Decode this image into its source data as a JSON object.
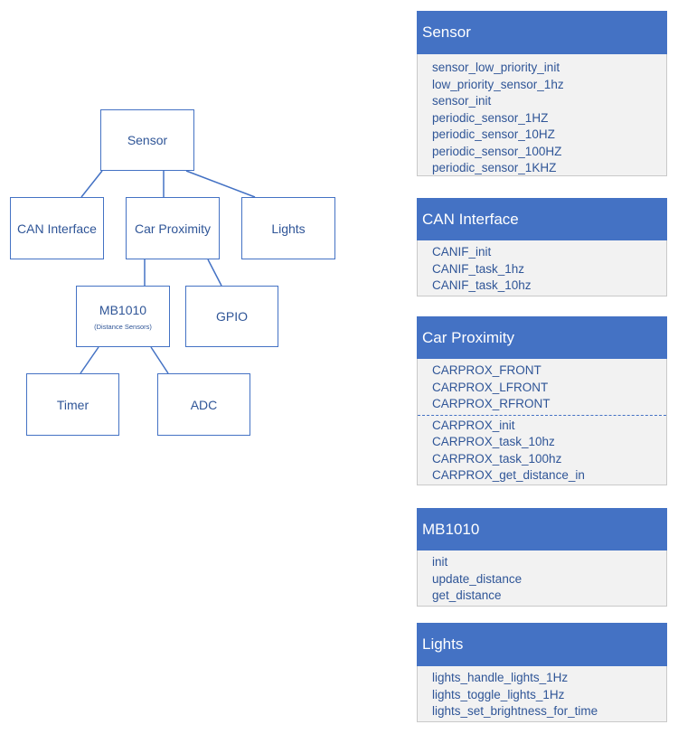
{
  "tree": {
    "nodes": {
      "sensor": "Sensor",
      "can": "CAN Interface",
      "carprox": "Car Proximity",
      "lights": "Lights",
      "mb1010": "MB1010",
      "mb1010_sub": "(Distance Sensors)",
      "gpio": "GPIO",
      "timer": "Timer",
      "adc": "ADC"
    }
  },
  "cards": {
    "sensor": {
      "title": "Sensor",
      "items": [
        "sensor_low_priority_init",
        "low_priority_sensor_1hz",
        "sensor_init",
        "periodic_sensor_1HZ",
        "periodic_sensor_10HZ",
        "periodic_sensor_100HZ",
        "periodic_sensor_1KHZ"
      ]
    },
    "can": {
      "title": "CAN Interface",
      "items": [
        "CANIF_init",
        "CANIF_task_1hz",
        "CANIF_task_10hz"
      ]
    },
    "carprox": {
      "title": "Car Proximity",
      "constants": [
        "CARPROX_FRONT",
        "CARPROX_LFRONT",
        "CARPROX_RFRONT"
      ],
      "items": [
        "CARPROX_init",
        "CARPROX_task_10hz",
        "CARPROX_task_100hz",
        "CARPROX_get_distance_in"
      ]
    },
    "mb1010": {
      "title": "MB1010",
      "items": [
        "init",
        "update_distance",
        "get_distance"
      ]
    },
    "lights": {
      "title": "Lights",
      "items": [
        "lights_handle_lights_1Hz",
        "lights_toggle_lights_1Hz",
        "lights_set_brightness_for_time"
      ]
    }
  },
  "colors": {
    "accent": "#4472c4",
    "text": "#2f5597",
    "card_body": "#f2f2f2"
  }
}
